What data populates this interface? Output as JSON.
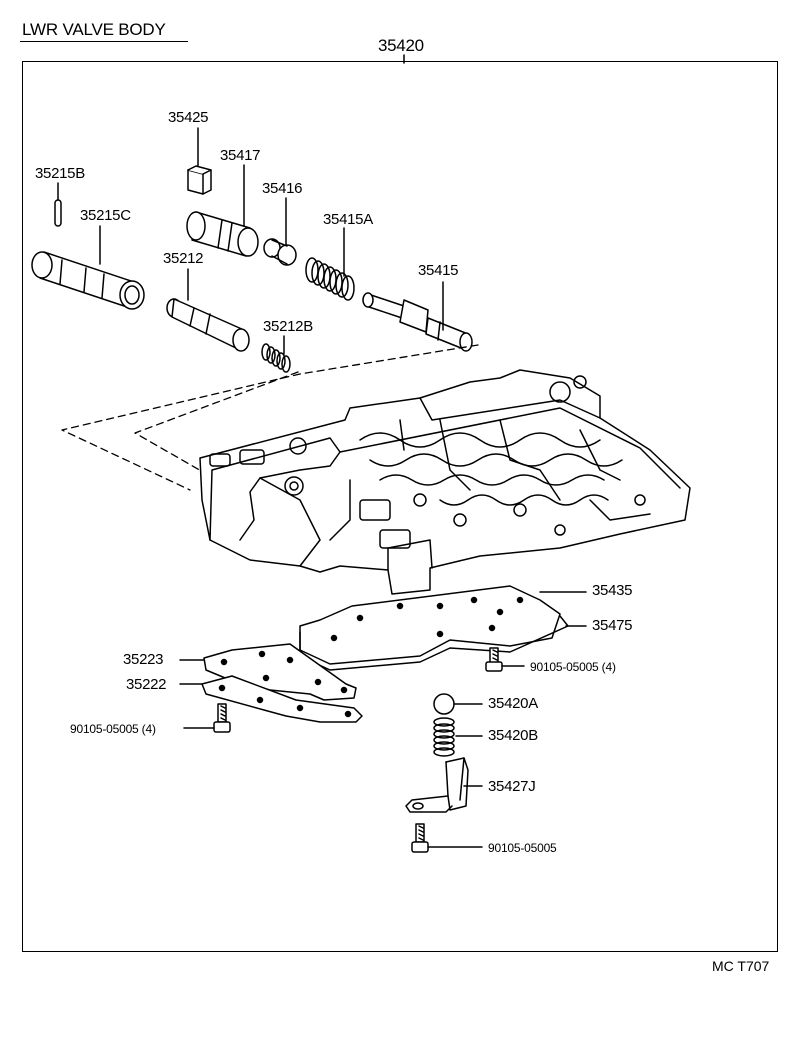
{
  "title": "LWR VALVE BODY",
  "assembly_number": "35420",
  "figure_code": "MC T707",
  "parts": {
    "p35425": "35425",
    "p35417": "35417",
    "p35215B": "35215B",
    "p35416": "35416",
    "p35215C": "35215C",
    "p35415A": "35415A",
    "p35212": "35212",
    "p35415": "35415",
    "p35212B": "35212B",
    "p35435": "35435",
    "p35475": "35475",
    "p35223": "35223",
    "p35222": "35222",
    "bolt_right": "90105-05005 (4)",
    "bolt_left": "90105-05005 (4)",
    "p35420A": "35420A",
    "p35420B": "35420B",
    "p35427J": "35427J",
    "bolt_bottom": "90105-05005"
  }
}
